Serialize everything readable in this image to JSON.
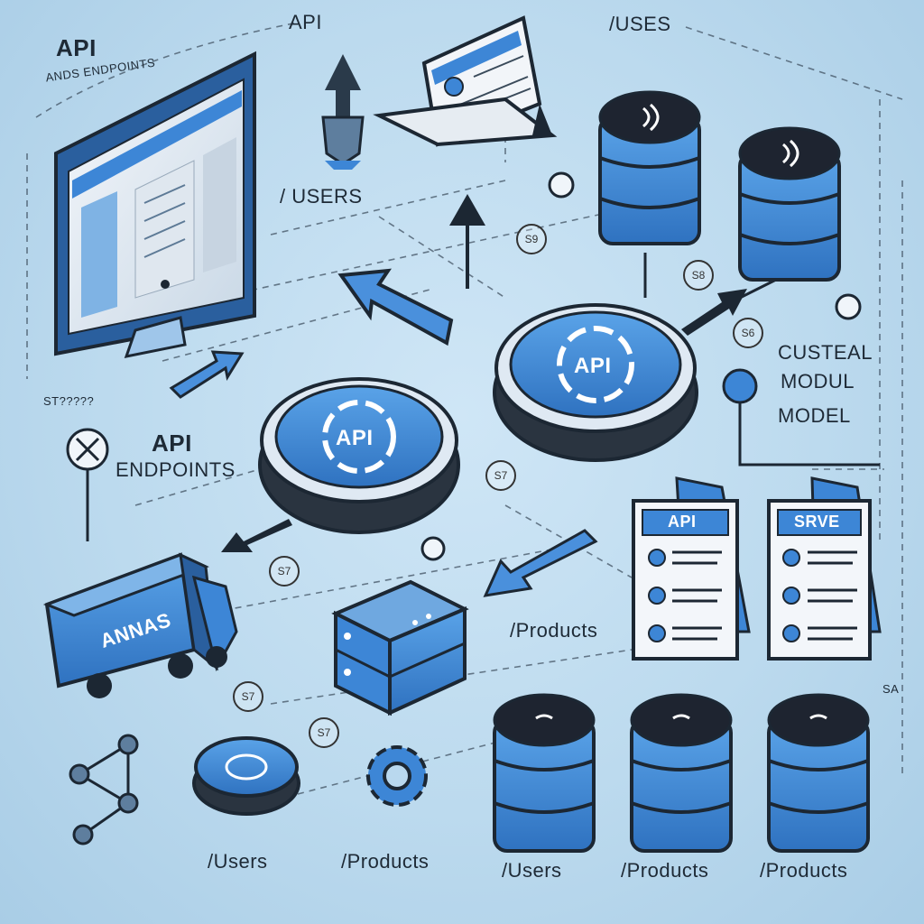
{
  "colors": {
    "accent": "#3d86d6",
    "dark": "#1c2733",
    "cylinder_top": "#1e2430",
    "panel": "#eef4fa"
  },
  "labels": {
    "top_left_title": "API",
    "top_left_sub": "ANDS ENDPOINTS",
    "top_api": "API",
    "top_uses": "/USES",
    "users_mid": "/ USERS",
    "side_num": "ST?????",
    "api_endpoints_title": "API",
    "api_endpoints_sub": "ENDPOINTS",
    "cluster_1": "CUSTEAL",
    "cluster_2": "MODUL",
    "cluster_3": "MODEL",
    "products_mid": "/Products",
    "bottom_users_1": "/Users",
    "bottom_products_1": "/Products",
    "bottom_users_2": "/Users",
    "bottom_products_2": "/Products",
    "bottom_products_3": "/Products",
    "right_small": "SA"
  },
  "node_labels": {
    "hub_left": "API",
    "hub_right": "API",
    "doc_left_header": "API",
    "doc_right_header": "SRVE",
    "truck_text": "ANNAS"
  },
  "badges": [
    "S9",
    "S8",
    "S6",
    "S7",
    "S7",
    "S7",
    "S7"
  ],
  "icons": [
    "desktop-monitor-icon",
    "upload-arrow-icon",
    "laptop-icon",
    "database-icon",
    "api-hub-icon",
    "truck-icon",
    "server-rack-icon",
    "gear-icon",
    "coin-icon",
    "document-icon",
    "network-icon"
  ]
}
